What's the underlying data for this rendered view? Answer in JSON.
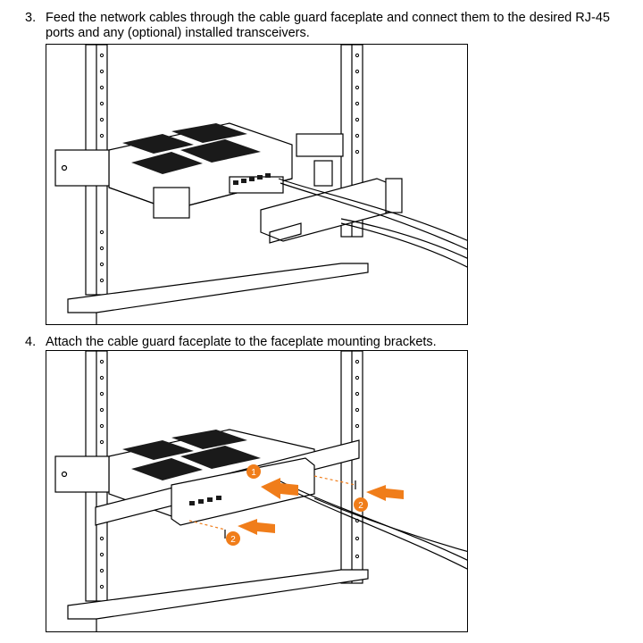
{
  "steps": [
    {
      "number": "3.",
      "text": "Feed the network cables through the cable guard faceplate and connect them to the desired RJ-45 ports and any (optional) installed transceivers."
    },
    {
      "number": "4.",
      "text": "Attach the cable guard faceplate to the faceplate mounting brackets."
    }
  ],
  "callouts": {
    "slide_in": "1",
    "screw": "2"
  },
  "colors": {
    "callout": "#f07d1a",
    "line": "#000000",
    "vent": "#1a1a1a"
  }
}
